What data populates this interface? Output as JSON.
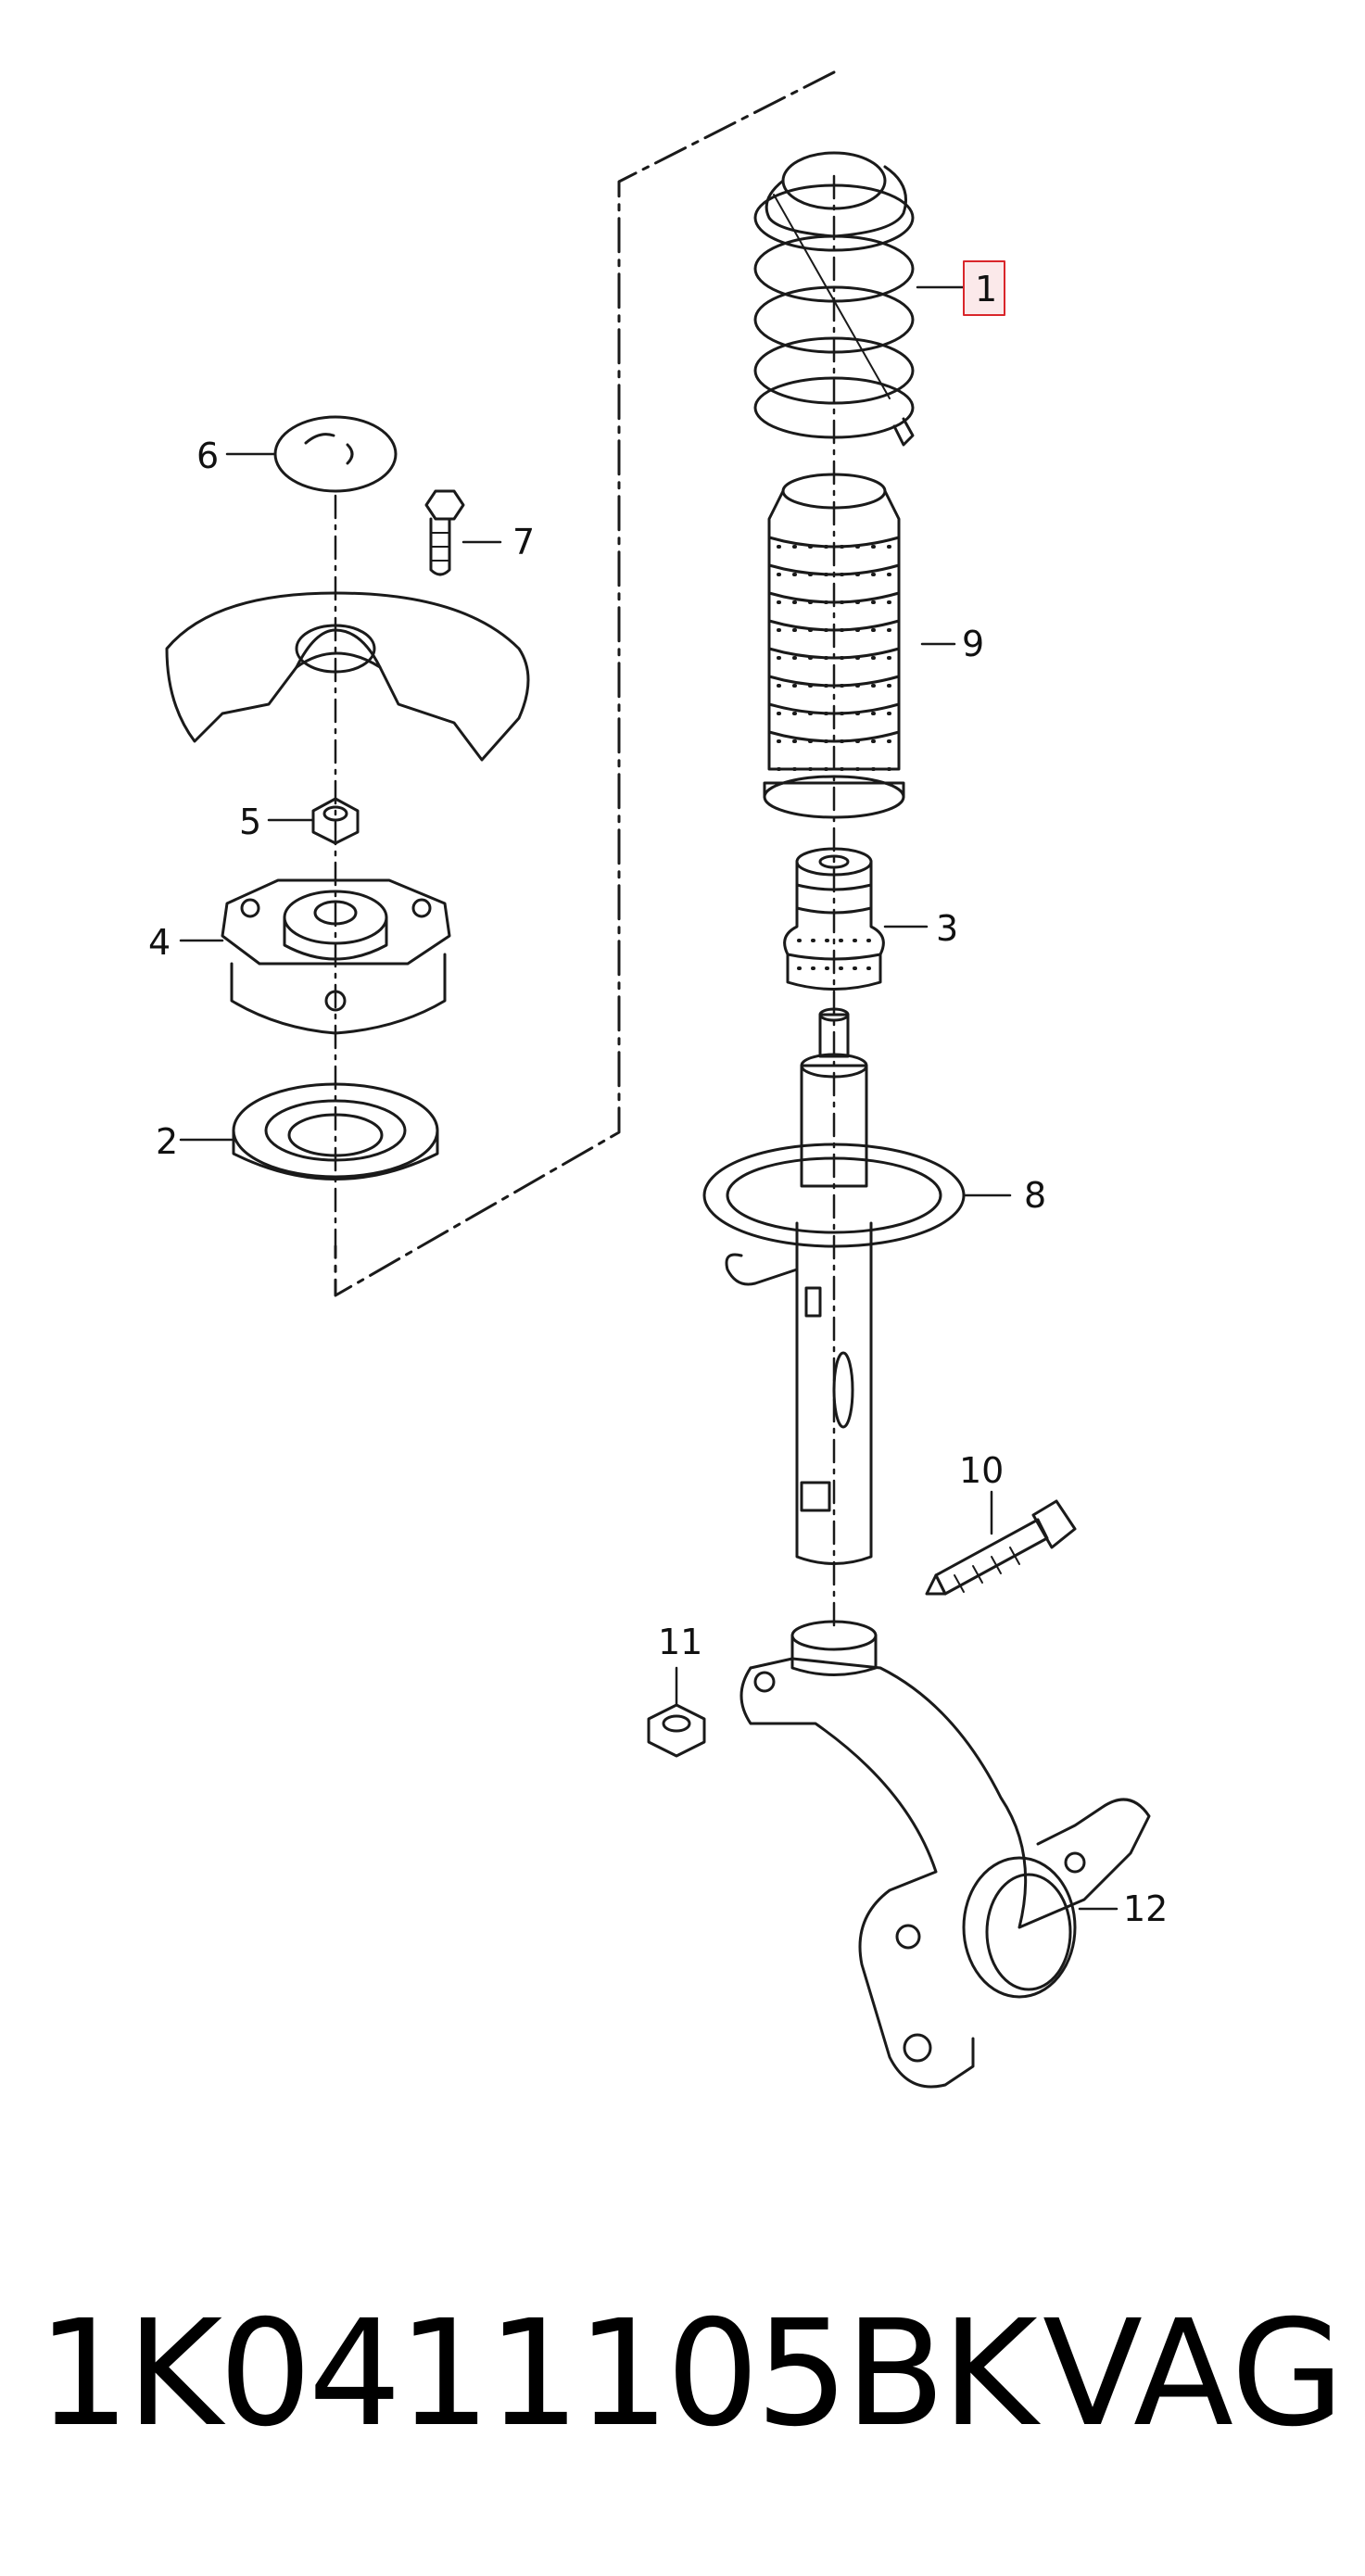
{
  "diagram": {
    "callouts": [
      {
        "id": "1",
        "label": "1",
        "highlighted": true
      },
      {
        "id": "2",
        "label": "2"
      },
      {
        "id": "3",
        "label": "3"
      },
      {
        "id": "4",
        "label": "4"
      },
      {
        "id": "5",
        "label": "5"
      },
      {
        "id": "6",
        "label": "6"
      },
      {
        "id": "7",
        "label": "7"
      },
      {
        "id": "8",
        "label": "8"
      },
      {
        "id": "9",
        "label": "9"
      },
      {
        "id": "10",
        "label": "10"
      },
      {
        "id": "11",
        "label": "11"
      },
      {
        "id": "12",
        "label": "12"
      }
    ],
    "highlight_color": "#d9262b",
    "line_color": "#1a1a1a"
  },
  "footer": {
    "part_number": "1K0411105BK",
    "brand": "VAG"
  }
}
